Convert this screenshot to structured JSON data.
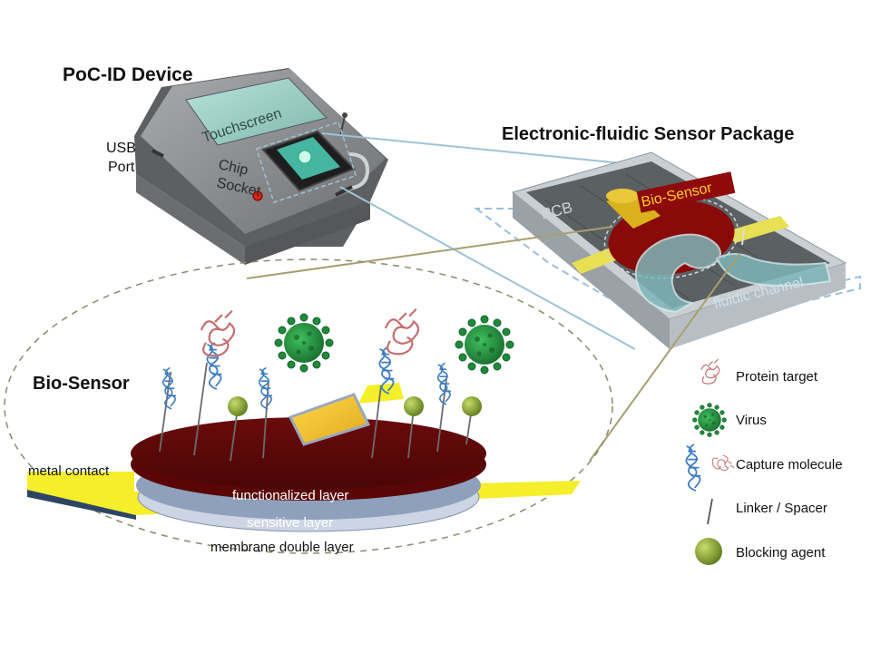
{
  "device": {
    "title": "PoC-ID Device",
    "touchscreen": "Touchscreen",
    "chip_socket_line1": "Chip",
    "chip_socket_line2": "Socket",
    "usb_line1": "USB",
    "usb_line2": "Port"
  },
  "package": {
    "title": "Electronic-fluidic Sensor Package",
    "pcb": "PCB",
    "biosensor": "Bio-Sensor",
    "fluidic": "fluidic channel"
  },
  "biosensor": {
    "title": "Bio-Sensor",
    "metal_contact": "metal contact",
    "functionalized_layer": "functionalized layer",
    "sensitive_layer": "sensitive layer",
    "membrane_layer": "membrane double layer"
  },
  "legend": {
    "items": [
      {
        "label": "Protein target",
        "icon": "protein-icon"
      },
      {
        "label": "Virus",
        "icon": "virus-icon"
      },
      {
        "label": "Capture molecule",
        "icon": "capture-molecule-icon"
      },
      {
        "label": "Linker / Spacer",
        "icon": "linker-icon"
      },
      {
        "label": "Blocking agent",
        "icon": "blocking-agent-icon"
      }
    ]
  },
  "colors": {
    "device_body": "#8a8c8e",
    "screen": "#9fcfc6",
    "electrode": "#7a0d0d",
    "gold": "#f2c12e",
    "yellow_contact": "#f5ef30",
    "virus": "#2f9a45",
    "blocking": "#8aa832",
    "protein": "#c97b7b",
    "capture": "#3f7fc0",
    "zoom_line": "#a89f70",
    "dash": "#9bbfd8"
  }
}
